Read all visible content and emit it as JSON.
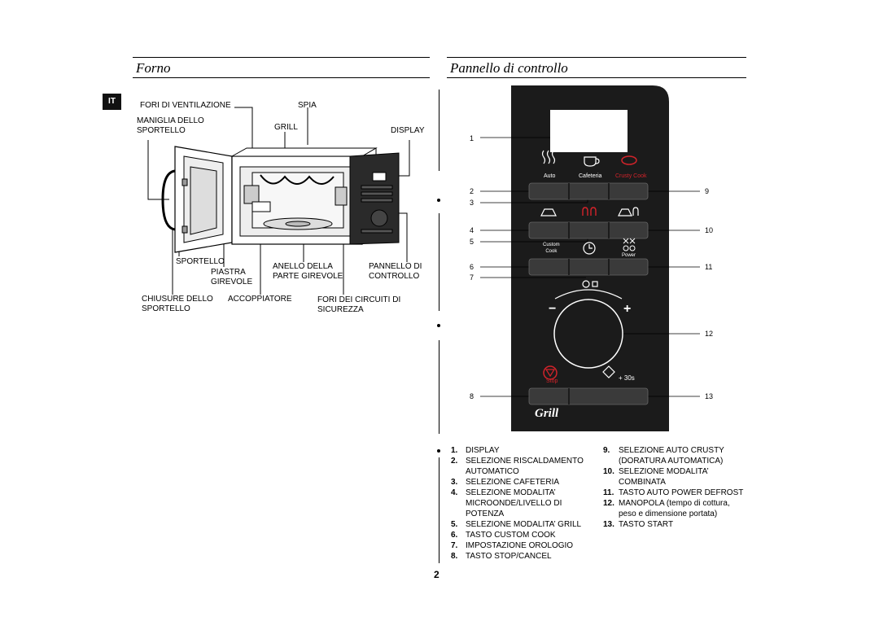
{
  "left_title": "Forno",
  "right_title": "Pannello di controllo",
  "language_tab": "IT",
  "oven_labels": {
    "vent_holes": "FORI DI VENTILAZIONE",
    "spia": "SPIA",
    "door_handle": "MANIGLIA DELLO\nSPORTELLO",
    "grill": "GRILL",
    "display": "DISPLAY",
    "door": "SPORTELLO",
    "turntable": "PIASTRA\nGIREVOLE",
    "roller_ring": "ANELLO DELLA\nPARTE GIREVOLE",
    "control_panel": "PANNELLO DI\nCONTROLLO",
    "door_latches": "CHIUSURE DELLO\nSPORTELLO",
    "coupler": "ACCOPPIATORE",
    "safety_holes": "FORI DEI CIRCUITI DI\nSICUREZZA"
  },
  "panel": {
    "auto_label": "Auto",
    "cafeteria_label": "Cafeteria",
    "crusty_label": "Crusty Cook",
    "custom_label": "Custom\nCook",
    "power_label": "Power",
    "stop_label": "Stop",
    "start_label": "+ 30s",
    "minus": "−",
    "plus": "+",
    "brand": "Grill",
    "callouts": [
      "1",
      "2",
      "3",
      "4",
      "5",
      "6",
      "7",
      "8",
      "9",
      "10",
      "11",
      "12",
      "13"
    ]
  },
  "legend_left": [
    {
      "n": "1.",
      "t": "DISPLAY"
    },
    {
      "n": "2.",
      "t": "SELEZIONE RISCALDAMENTO\nAUTOMATICO"
    },
    {
      "n": "3.",
      "t": "SELEZIONE CAFETERIA"
    },
    {
      "n": "4.",
      "t": "SELEZIONE MODALITA’\nMICROONDE/LIVELLO DI\nPOTENZA"
    },
    {
      "n": "5.",
      "t": "SELEZIONE MODALITA’ GRILL"
    },
    {
      "n": "6.",
      "t": "TASTO CUSTOM COOK"
    },
    {
      "n": "7.",
      "t": "IMPOSTAZIONE OROLOGIO"
    },
    {
      "n": "8.",
      "t": "TASTO STOP/CANCEL"
    }
  ],
  "legend_right": [
    {
      "n": "9.",
      "t": "SELEZIONE AUTO CRUSTY\n(DORATURA AUTOMATICA)"
    },
    {
      "n": "10.",
      "t": "SELEZIONE MODALITA’\nCOMBINATA"
    },
    {
      "n": "11.",
      "t": "TASTO AUTO POWER DEFROST"
    },
    {
      "n": "12.",
      "t": "MANOPOLA (tempo di cottura,\npeso e dimensione portata)"
    },
    {
      "n": "13.",
      "t": "TASTO START"
    }
  ],
  "page_number": "2",
  "colors": {
    "panel": "#1b1b1b",
    "accent_red": "#d2232a",
    "button": "#3a3a3a"
  }
}
